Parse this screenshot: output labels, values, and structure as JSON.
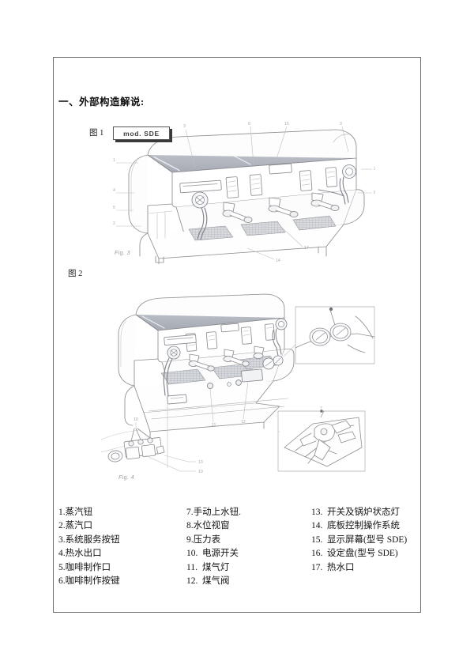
{
  "document": {
    "section_title": "一、外部构造解说:",
    "model_badge": "mod. SDE"
  },
  "figures": [
    {
      "label": "图 1",
      "caption": "Fig. 3",
      "callouts": [
        "1",
        "4",
        "5",
        "2",
        "3",
        "6",
        "15",
        "3",
        "8",
        "17",
        "14"
      ]
    },
    {
      "label": "图 2",
      "caption": "Fig. 4",
      "callouts": [
        "7",
        "11",
        "12",
        "13",
        "10",
        "10"
      ]
    }
  ],
  "legend": {
    "columns": [
      {
        "items": [
          {
            "num": "1.",
            "text": "蒸汽钮"
          },
          {
            "num": "2.",
            "text": "蒸汽口"
          },
          {
            "num": "3.",
            "text": "系统服务按钮"
          },
          {
            "num": "4.",
            "text": "热水出口"
          },
          {
            "num": "5.",
            "text": "咖啡制作口"
          },
          {
            "num": "6.",
            "text": "咖啡制作按键"
          }
        ]
      },
      {
        "items": [
          {
            "num": "7.",
            "text": "手动上水钮."
          },
          {
            "num": "8.",
            "text": "水位视窗"
          },
          {
            "num": "9.",
            "text": "压力表"
          },
          {
            "num": "10.",
            "text": "电源开关"
          },
          {
            "num": "11.",
            "text": "煤气灯"
          },
          {
            "num": "12.",
            "text": "煤气阀"
          }
        ]
      },
      {
        "items": [
          {
            "num": "13.",
            "text": "开关及锅炉状态灯"
          },
          {
            "num": "14.",
            "text": "底板控制操作系统"
          },
          {
            "num": "15.",
            "text": "显示屏幕(型号 SDE)"
          },
          {
            "num": "16.",
            "text": "设定盘(型号 SDE)"
          },
          {
            "num": "17.",
            "text": "热水口"
          }
        ]
      }
    ]
  },
  "colors": {
    "border": "#6e6e6e",
    "ink": "#141414",
    "drawing_line": "#8d8d93",
    "drawing_shade": "#b9bcc4"
  }
}
